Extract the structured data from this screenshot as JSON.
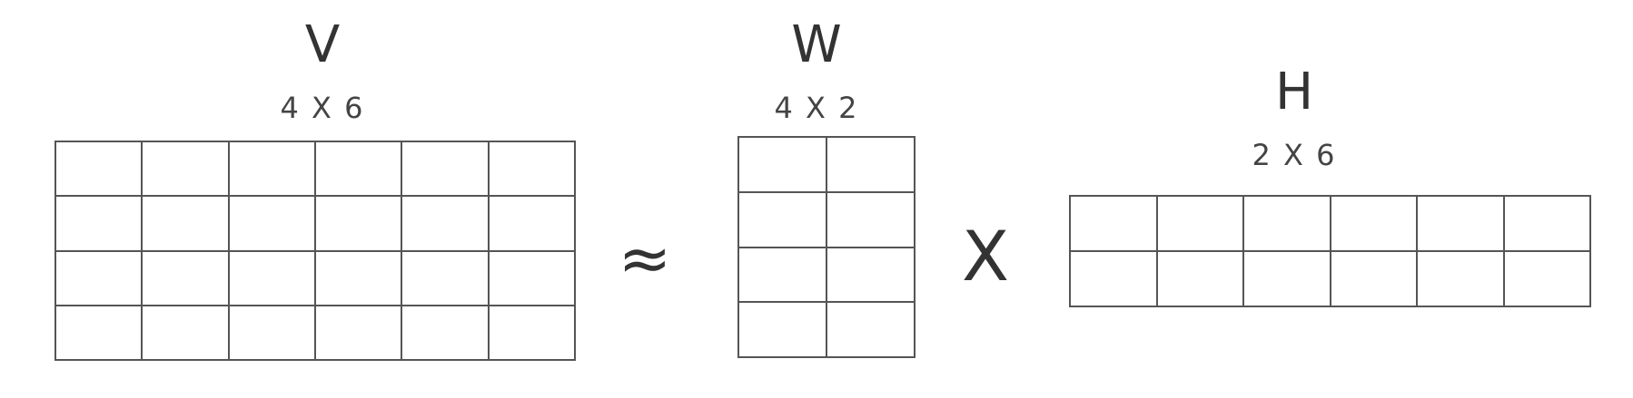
{
  "matrices": {
    "v": {
      "name": "V",
      "dims": "4 X 6",
      "rows": 4,
      "cols": 6
    },
    "w": {
      "name": "W",
      "dims": "4 X 2",
      "rows": 4,
      "cols": 2
    },
    "h": {
      "name": "H",
      "dims": "2 X 6",
      "rows": 2,
      "cols": 6
    }
  },
  "operators": {
    "approx": "≈",
    "times": "X"
  }
}
